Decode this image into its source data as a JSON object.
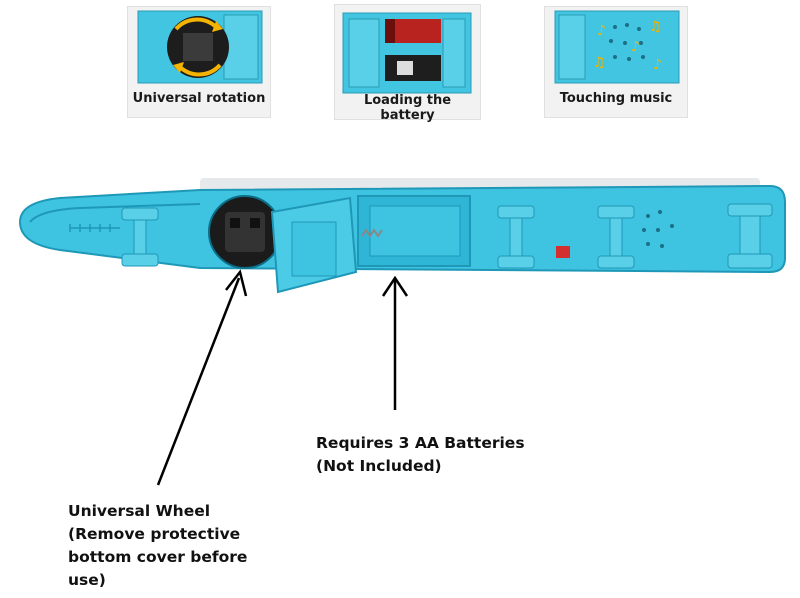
{
  "thumbnails": [
    {
      "caption": "Universal rotation",
      "icon": "rotation-arrows-icon"
    },
    {
      "caption": "Loading the battery",
      "icon": "battery-icon"
    },
    {
      "caption": "Touching music",
      "icon": "music-notes-icon"
    }
  ],
  "callouts": {
    "battery": {
      "line1": "Requires 3 AA Batteries",
      "line2": "(Not Included)"
    },
    "wheel": {
      "line1": "Universal Wheel",
      "line2": "(Remove protective",
      "line3": "bottom cover before",
      "line4": "use)"
    }
  },
  "colors": {
    "toy_body": "#3ec3e0",
    "toy_dark": "#1f98b8",
    "arrow": "#000000",
    "switch": "#d32f2f"
  }
}
